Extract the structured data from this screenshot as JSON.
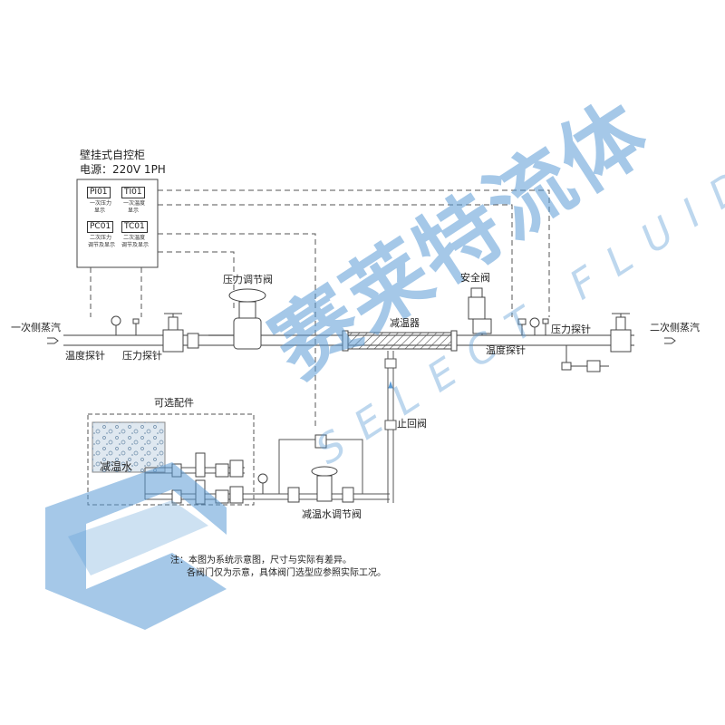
{
  "panel": {
    "title": "壁挂式自控柜",
    "power": "电源：220V 1PH",
    "instruments": [
      {
        "tag": "PI01",
        "desc1": "一次压力",
        "desc2": "显示"
      },
      {
        "tag": "TI01",
        "desc1": "一次温度",
        "desc2": "显示"
      },
      {
        "tag": "PC01",
        "desc1": "二次压力",
        "desc2": "调节及显示"
      },
      {
        "tag": "TC01",
        "desc1": "二次温度",
        "desc2": "调节及显示"
      }
    ]
  },
  "labels": {
    "primary_steam": "一次侧蒸汽",
    "secondary_steam": "二次侧蒸汽",
    "temp_probe_1": "温度探针",
    "pressure_probe_1": "压力探针",
    "pressure_valve": "压力调节阀",
    "desuperheater": "减温器",
    "safety_valve": "安全阀",
    "pressure_probe_2": "压力探针",
    "temp_probe_2": "温度探针",
    "check_valve": "止回阀",
    "optional": "可选配件",
    "water": "减温水",
    "water_valve": "减温水调节阀"
  },
  "notes": {
    "line1": "注：本图为系统示意图，尺寸与实际有差异。",
    "line2": "各阀门仅为示意，具体阀门选型应参照实际工况。"
  },
  "watermark": {
    "cn": "赛莱特流体",
    "en": "SELECT FLUID",
    "color": "#5b9bd5"
  },
  "colors": {
    "line": "#444444",
    "pipe": "#666666",
    "hatch": "#555555",
    "water": "#dfe8f0"
  }
}
